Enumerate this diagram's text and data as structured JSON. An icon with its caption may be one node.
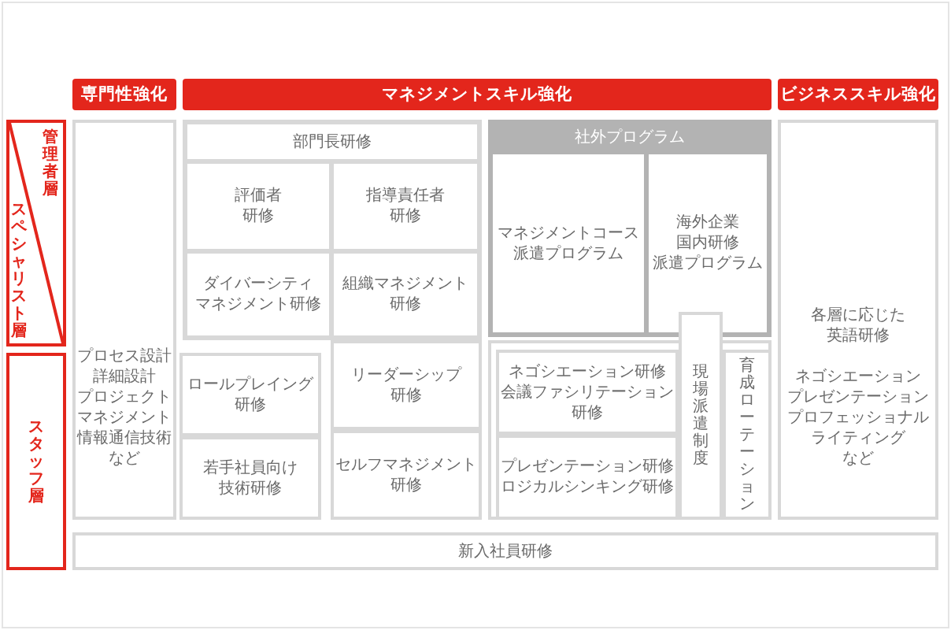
{
  "diagram": {
    "nodes": [
      {
        "text": [
          "専門性強化"
        ]
      },
      {
        "text": [
          "マネジメントスキル強化"
        ]
      },
      {
        "text": [
          "ビジネススキル強化"
        ]
      },
      {
        "text": [
          "管理者層",
          "スペシャリスト層"
        ]
      },
      {
        "text": [
          "プロセス設計",
          "詳細設計",
          "プロジェクトマネジメント",
          "情報通信技術",
          "など"
        ]
      },
      {
        "text": [
          "部門長研修"
        ]
      },
      {
        "text": [
          "評価者研修"
        ],
        "in": 5
      },
      {
        "text": [
          "指導責任者研修"
        ],
        "in": 5
      },
      {
        "text": [
          "ダイバーシティマネジメント研修"
        ],
        "in": 5
      },
      {
        "text": [
          "組織マネジメント研修"
        ],
        "in": 5
      },
      {
        "text": [
          "社外プログラム"
        ]
      },
      {
        "text": [
          "マネジメントコース派遣プログラム"
        ],
        "in": 10
      },
      {
        "text": [
          "海外企業国内研修派遣プログラム"
        ],
        "in": 10
      },
      {
        "text": [
          "各層に応じた英語研修",
          "ネゴシエーション",
          "プレゼンテーション",
          "プロフェッショナルライティング",
          "など"
        ]
      },
      {
        "text": [
          "スタッフ層"
        ]
      },
      {
        "text": [
          "ロールプレイング研修"
        ]
      },
      {
        "text": [
          "若手社員向け技術研修"
        ]
      },
      {
        "text": [
          "リーダーシップ研修"
        ]
      },
      {
        "text": [
          "セルフマネジメント研修"
        ]
      },
      {
        "text": [],
        "shape": "box"
      },
      {
        "text": [
          "ネゴシエーション研修",
          "会議ファシリテーション研修"
        ],
        "in": 19
      },
      {
        "text": [
          "プレゼンテーション研修",
          "ロジカルシンキング研修"
        ],
        "in": 19
      },
      {
        "text": [
          "現場派遣制度"
        ]
      },
      {
        "text": [
          "育成ローテーション"
        ],
        "in": 19
      },
      {
        "text": [
          "新入社員研修"
        ]
      }
    ]
  }
}
